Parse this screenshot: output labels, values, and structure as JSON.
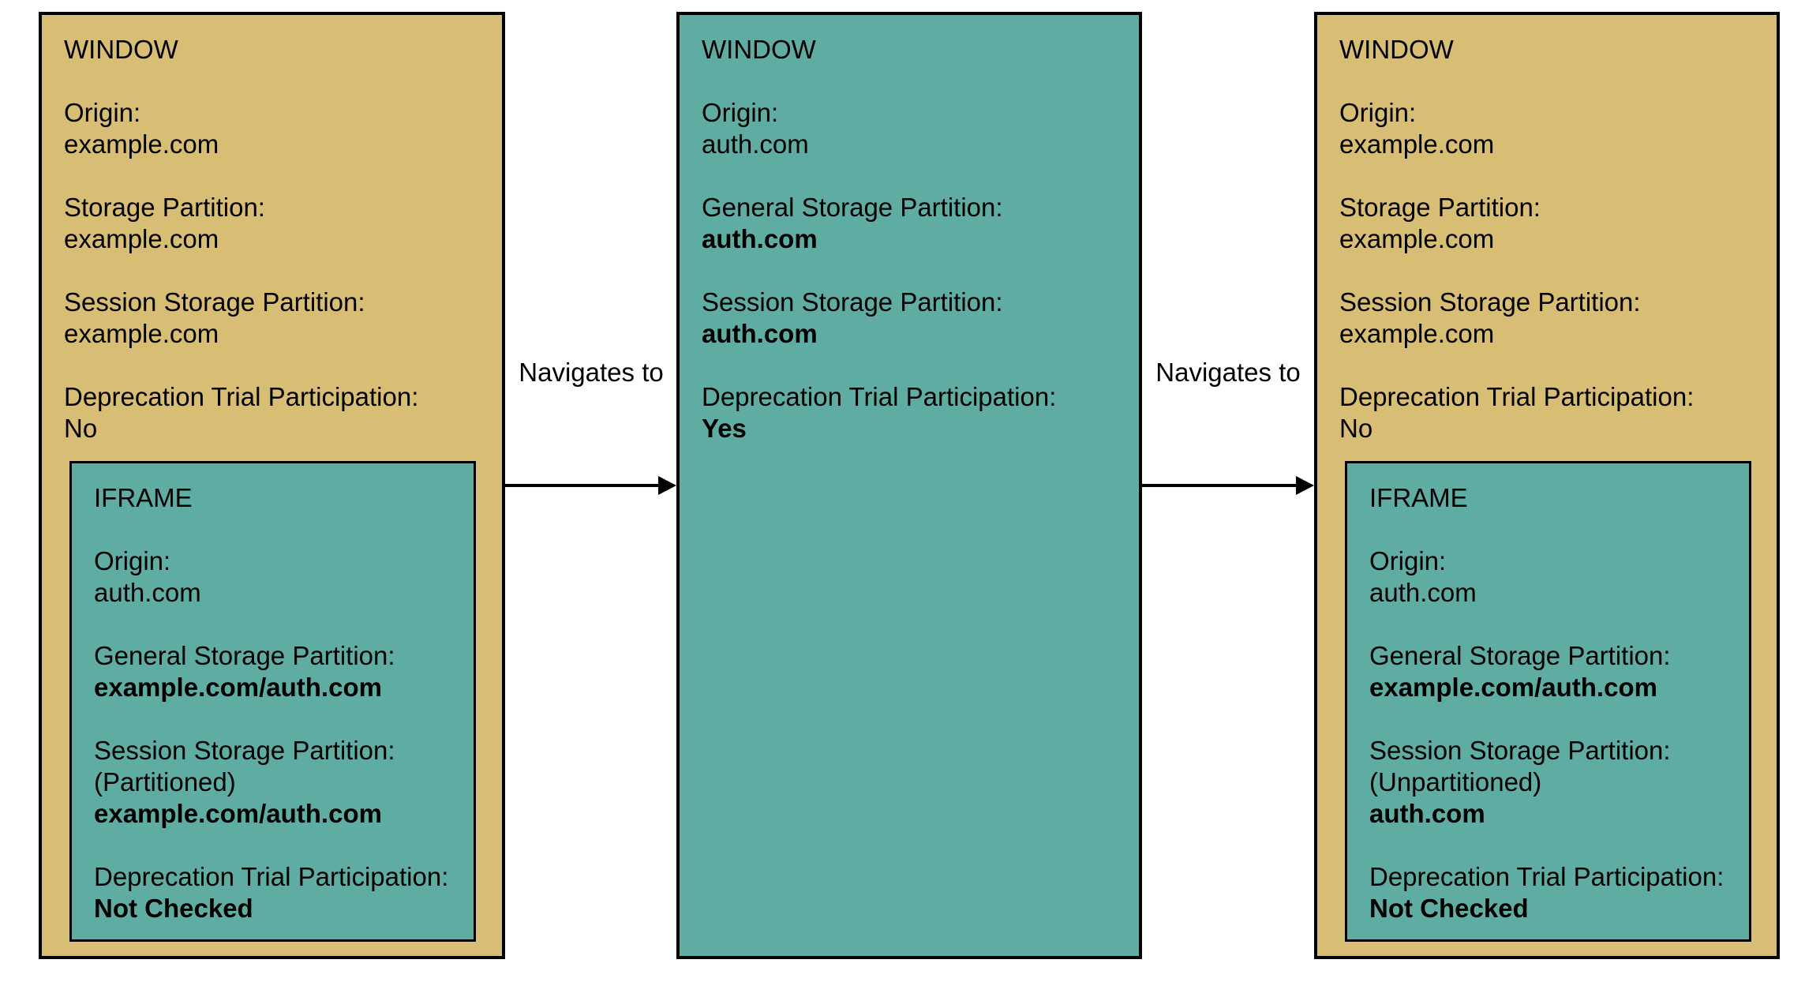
{
  "palette": {
    "window_fill_tan": "#D8BD75",
    "iframe_fill_teal": "#5FACA3",
    "outline": "#000000",
    "text": "#000000",
    "background": "#ffffff"
  },
  "windows": {
    "left": {
      "title": "WINDOW",
      "fields": {
        "origin": {
          "label": "Origin:",
          "value": "example.com"
        },
        "storage": {
          "label": "Storage Partition:",
          "value": "example.com"
        },
        "session": {
          "label": "Session Storage Partition:",
          "value": "example.com"
        },
        "trial": {
          "label": "Deprecation Trial Participation:",
          "value": "No"
        }
      },
      "iframe": {
        "title": "IFRAME",
        "fields": {
          "origin": {
            "label": "Origin:",
            "value": "auth.com"
          },
          "general": {
            "label": "General Storage Partition:",
            "value": "example.com/auth.com"
          },
          "session": {
            "label": "Session Storage Partition:",
            "qualifier": "(Partitioned)",
            "value": "example.com/auth.com"
          },
          "trial": {
            "label": "Deprecation Trial Participation:",
            "value": "Not Checked"
          }
        }
      }
    },
    "middle": {
      "title": "WINDOW",
      "fields": {
        "origin": {
          "label": "Origin:",
          "value": "auth.com"
        },
        "general": {
          "label": "General Storage Partition:",
          "value": "auth.com"
        },
        "session": {
          "label": "Session Storage Partition:",
          "value": "auth.com"
        },
        "trial": {
          "label": "Deprecation Trial Participation:",
          "value": "Yes"
        }
      }
    },
    "right": {
      "title": "WINDOW",
      "fields": {
        "origin": {
          "label": "Origin:",
          "value": "example.com"
        },
        "storage": {
          "label": "Storage Partition:",
          "value": "example.com"
        },
        "session": {
          "label": "Session Storage Partition:",
          "value": "example.com"
        },
        "trial": {
          "label": "Deprecation Trial Participation:",
          "value": "No"
        }
      },
      "iframe": {
        "title": "IFRAME",
        "fields": {
          "origin": {
            "label": "Origin:",
            "value": "auth.com"
          },
          "general": {
            "label": "General Storage Partition:",
            "value": "example.com/auth.com"
          },
          "session": {
            "label": "Session Storage Partition:",
            "qualifier": "(Unpartitioned)",
            "value": "auth.com"
          },
          "trial": {
            "label": "Deprecation Trial Participation:",
            "value": "Not Checked"
          }
        }
      }
    }
  },
  "arrows": {
    "first": {
      "label": "Navigates to"
    },
    "second": {
      "label": "Navigates to"
    }
  }
}
